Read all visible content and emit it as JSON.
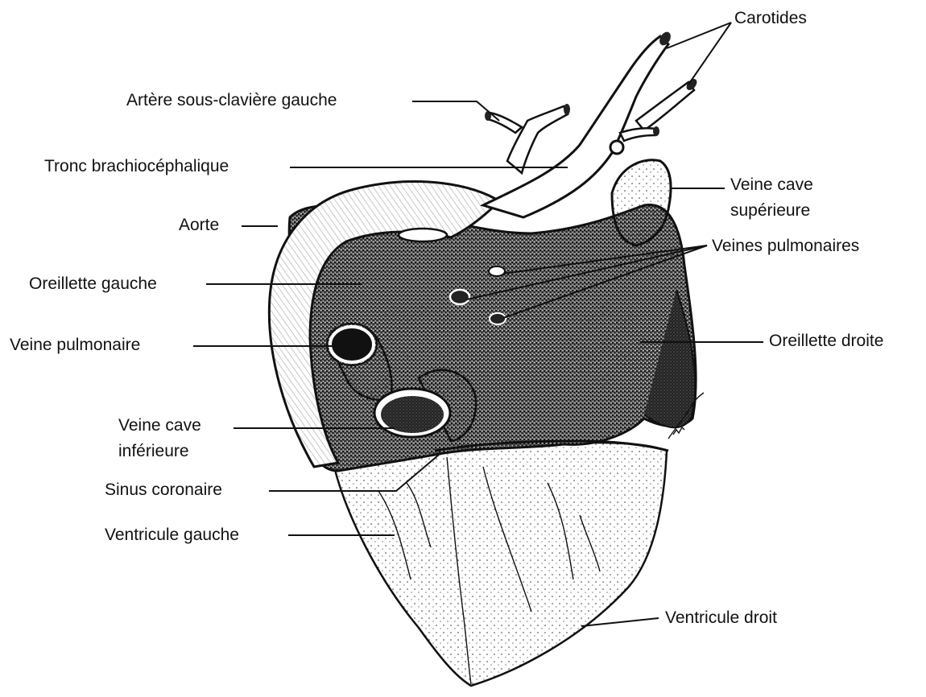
{
  "labels": {
    "carotides": "Carotides",
    "artere_sous_claviere": "Artère sous-clavière gauche",
    "tronc": "Tronc brachiocéphalique",
    "aorte": "Aorte",
    "veine_cave_sup_1": "Veine cave",
    "veine_cave_sup_2": "supérieure",
    "veines_pulmonaires": "Veines pulmonaires",
    "oreillette_gauche": "Oreillette gauche",
    "veine_pulmonaire": "Veine pulmonaire",
    "oreillette_droite": "Oreillette droite",
    "veine_cave_inf_1": "Veine cave",
    "veine_cave_inf_2": "inférieure",
    "sinus_coronaire": "Sinus coronaire",
    "ventricule_gauche": "Ventricule gauche",
    "ventricule_droit": "Ventricule droit"
  },
  "colors": {
    "ink": "#111111",
    "stipple": "#2a2a2a",
    "paper": "#ffffff"
  }
}
